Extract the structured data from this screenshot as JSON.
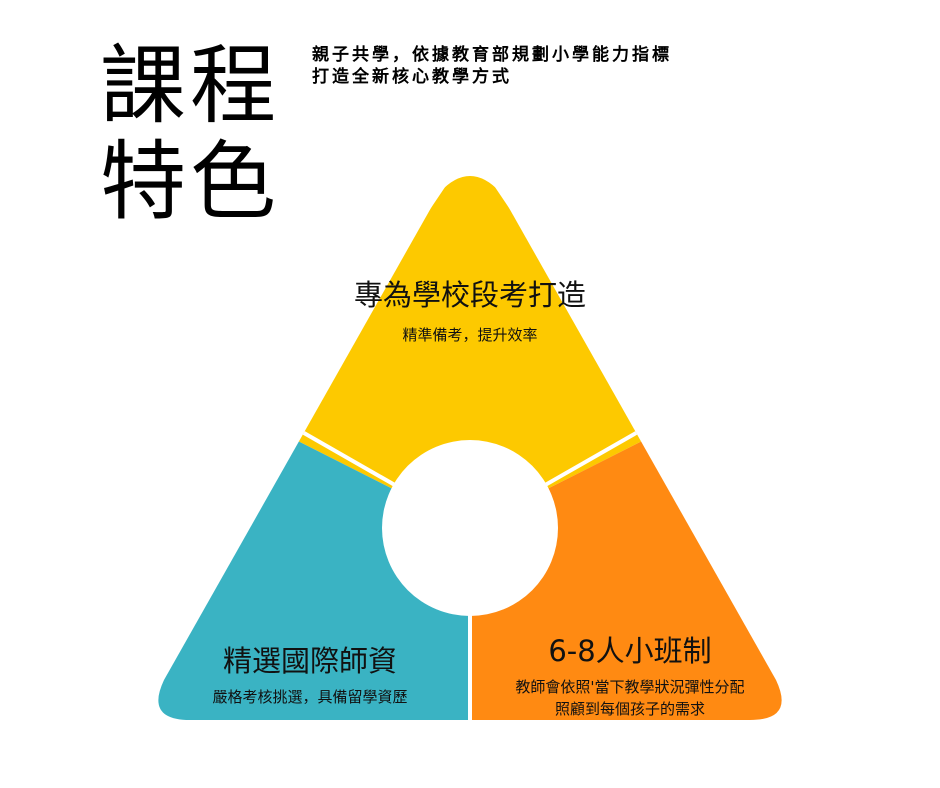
{
  "title": {
    "line1": "課程",
    "line2": "特色"
  },
  "subtitle": {
    "line1": "親子共學，依據教育部規劃小學能力指標",
    "line2": "打造全新核心教學方式"
  },
  "colors": {
    "top": "#FDC900",
    "left": "#3AB3C3",
    "right": "#FF8A12"
  },
  "sections": [
    {
      "heading": "專為學校段考打造",
      "desc": [
        "精準備考，提升效率"
      ]
    },
    {
      "heading": "精選國際師資",
      "desc": [
        "嚴格考核挑選，具備留學資歷"
      ]
    },
    {
      "heading": "6-8人小班制",
      "desc": [
        "教師會依照'當下教學狀況彈性分配",
        "照顧到每個孩子的需求"
      ]
    }
  ]
}
